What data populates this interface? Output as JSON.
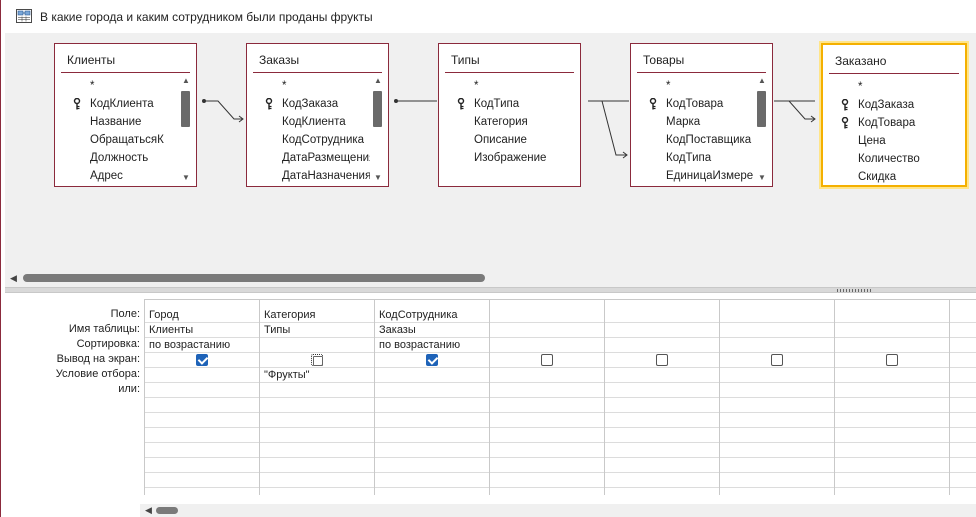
{
  "window": {
    "title": "В какие города и каким сотрудником были проданы фрукты",
    "icon": "query-design-icon"
  },
  "tables": [
    {
      "name": "Клиенты",
      "fields": [
        "*",
        "КодКлиента",
        "Название",
        "ОбращатьсяК",
        "Должность",
        "Адрес"
      ],
      "keys": [
        1
      ],
      "scroll": true,
      "selected": false
    },
    {
      "name": "Заказы",
      "fields": [
        "*",
        "КодЗаказа",
        "КодКлиента",
        "КодСотрудника",
        "ДатаРазмещения",
        "ДатаНазначения"
      ],
      "keys": [
        1
      ],
      "scroll": true,
      "selected": false
    },
    {
      "name": "Типы",
      "fields": [
        "*",
        "КодТипа",
        "Категория",
        "Описание",
        "Изображение"
      ],
      "keys": [
        1
      ],
      "scroll": false,
      "selected": false
    },
    {
      "name": "Товары",
      "fields": [
        "*",
        "КодТовара",
        "Марка",
        "КодПоставщика",
        "КодТипа",
        "ЕдиницаИзмерения"
      ],
      "keys": [
        1
      ],
      "scroll": true,
      "selected": false
    },
    {
      "name": "Заказано",
      "fields": [
        "*",
        "КодЗаказа",
        "КодТовара",
        "Цена",
        "Количество",
        "Скидка"
      ],
      "keys": [
        1,
        2
      ],
      "scroll": false,
      "selected": true
    }
  ],
  "grid": {
    "row_labels": [
      "Поле:",
      "Имя таблицы:",
      "Сортировка:",
      "Вывод на экран:",
      "Условие отбора:",
      "или:"
    ],
    "columns": [
      {
        "field": "Город",
        "table": "Клиенты",
        "sort": "по возрастанию",
        "show": "on",
        "criteria": "",
        "or": ""
      },
      {
        "field": "Категория",
        "table": "Типы",
        "sort": "",
        "show": "focus",
        "criteria": "\"Фрукты\"",
        "or": ""
      },
      {
        "field": "КодСотрудника",
        "table": "Заказы",
        "sort": "по возрастанию",
        "show": "on",
        "criteria": "",
        "or": ""
      },
      {
        "field": "",
        "table": "",
        "sort": "",
        "show": "off",
        "criteria": "",
        "or": ""
      },
      {
        "field": "",
        "table": "",
        "sort": "",
        "show": "off",
        "criteria": "",
        "or": ""
      },
      {
        "field": "",
        "table": "",
        "sort": "",
        "show": "off",
        "criteria": "",
        "or": ""
      },
      {
        "field": "",
        "table": "",
        "sort": "",
        "show": "off",
        "criteria": "",
        "or": ""
      },
      {
        "field": "",
        "table": "",
        "sort": "",
        "show": "off",
        "criteria": "",
        "or": ""
      }
    ]
  },
  "colors": {
    "table_border": "#8b2a3c",
    "selected_border": "#f4b000",
    "checkbox_on": "#1e63b8",
    "design_bg": "#f0f0f0"
  }
}
